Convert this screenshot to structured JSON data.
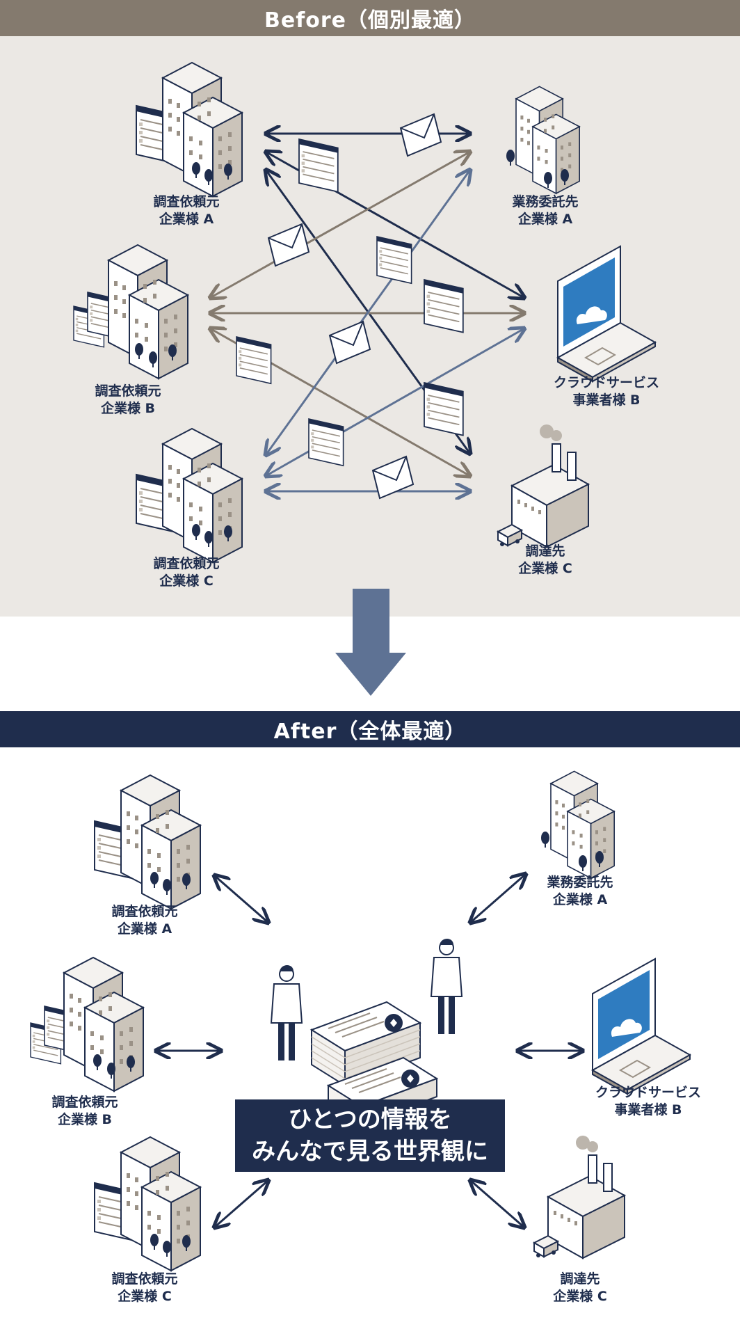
{
  "before": {
    "title": "Before（個別最適）",
    "nodes": [
      {
        "line1": "調査依頼元",
        "line2": "企業様 A"
      },
      {
        "line1": "調査依頼元",
        "line2": "企業様 B"
      },
      {
        "line1": "調査依頼元",
        "line2": "企業様 C"
      },
      {
        "line1": "業務委託先",
        "line2": "企業様 A"
      },
      {
        "line1": "クラウドサービス",
        "line2": "事業者様 B"
      },
      {
        "line1": "調達先",
        "line2": "企業様 C"
      }
    ]
  },
  "after": {
    "title": "After（全体最適）",
    "center_line1": "ひとつの情報を",
    "center_line2": "みんなで見る世界観に",
    "nodes": [
      {
        "line1": "調査依頼元",
        "line2": "企業様 A"
      },
      {
        "line1": "調査依頼元",
        "line2": "企業様 B"
      },
      {
        "line1": "調査依頼元",
        "line2": "企業様 C"
      },
      {
        "line1": "業務委託先",
        "line2": "企業様 A"
      },
      {
        "line1": "クラウドサービス",
        "line2": "事業者様 B"
      },
      {
        "line1": "調達先",
        "line2": "企業様 C"
      }
    ]
  },
  "colors": {
    "before_banner": "#847a6e",
    "before_background": "#ebe8e4",
    "after_banner": "#1f2d4d",
    "down_arrow": "#5e7294",
    "navy_line": "#1f2d4d",
    "gray_line": "#847a6e",
    "blue_line": "#5e7294",
    "laptop_screen": "#2f7cc0"
  }
}
